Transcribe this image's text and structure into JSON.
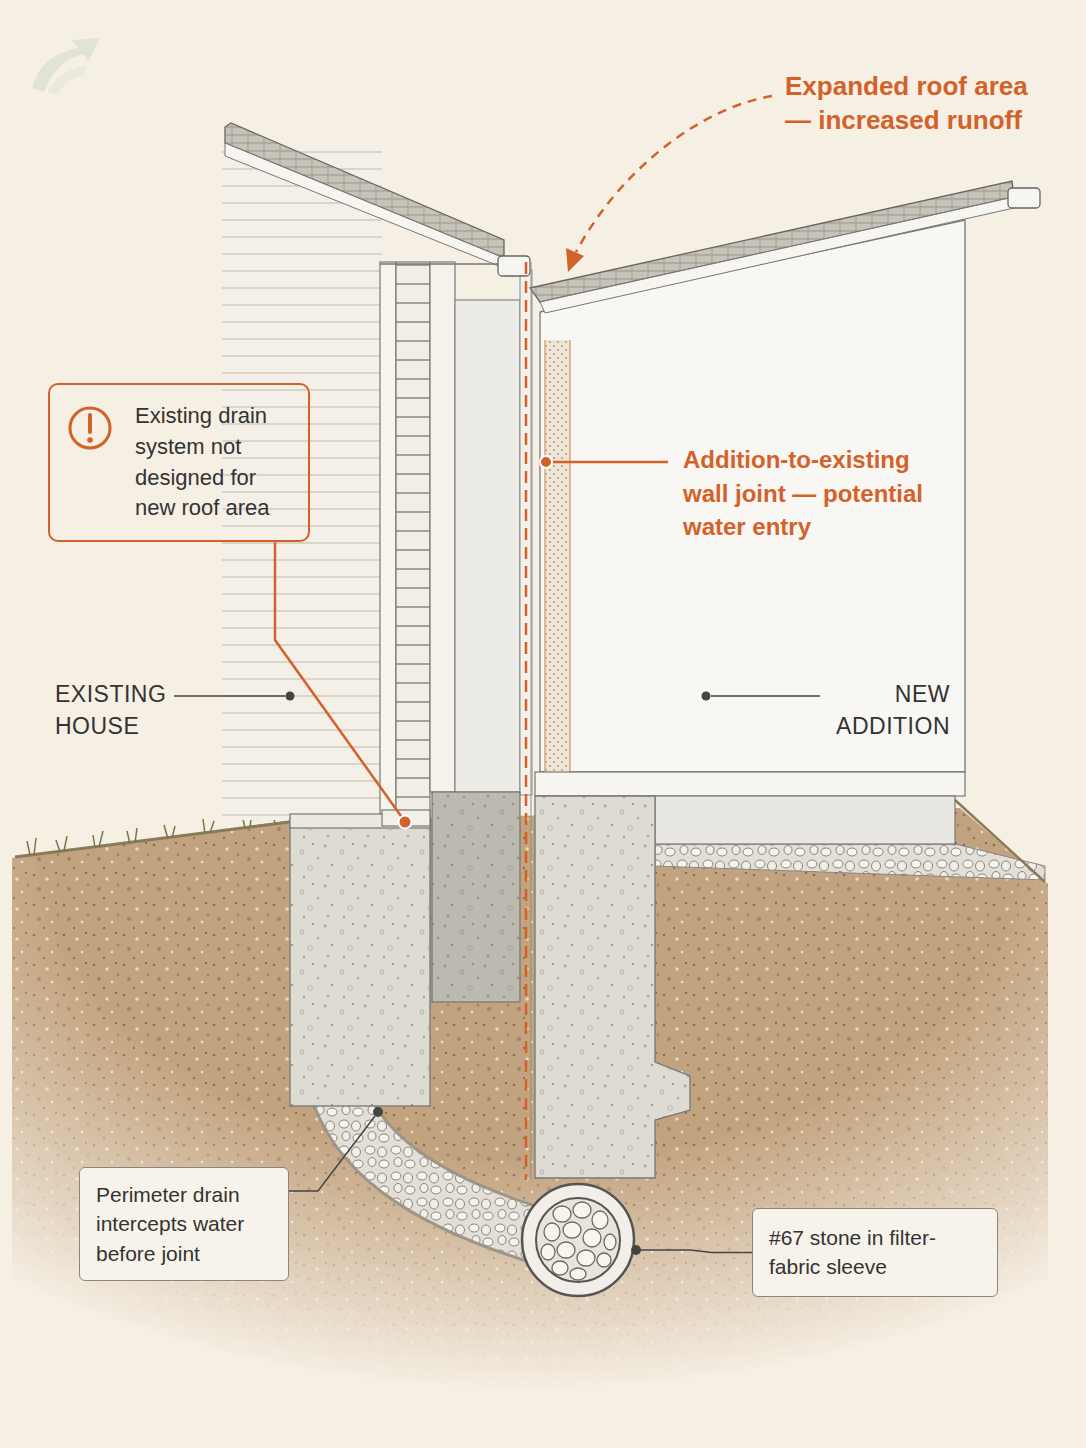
{
  "diagram": {
    "nodes": [
      {
        "text": [
          "Existing drain system not designed for new roof area"
        ]
      },
      {
        "text": [
          "Perimeter drain intercepts water before joint"
        ]
      },
      {
        "text": [
          "#67 stone in filter-fabric sleeve"
        ]
      }
    ],
    "labels": [
      "Expanded roof area — increased runoff",
      "Addition-to-existing wall joint — potential water entry",
      "EXISTING HOUSE",
      "NEW ADDITION"
    ]
  }
}
